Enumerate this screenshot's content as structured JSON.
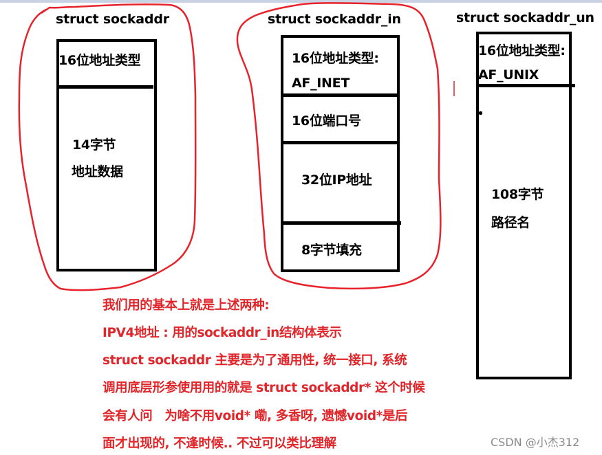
{
  "structs": [
    {
      "title": "struct sockaddr",
      "fields": [
        {
          "lines": [
            "16位地址类型"
          ]
        },
        {
          "lines": [
            "14字节",
            "地址数据"
          ]
        }
      ]
    },
    {
      "title": "struct sockaddr_in",
      "fields": [
        {
          "lines": [
            "16位地址类型:",
            "AF_INET"
          ]
        },
        {
          "lines": [
            "16位端口号"
          ]
        },
        {
          "lines": [
            "32位IP地址"
          ]
        },
        {
          "lines": [
            "8字节填充"
          ]
        }
      ]
    },
    {
      "title": "struct sockaddr_un",
      "fields": [
        {
          "lines": [
            "16位地址类型:",
            "AF_UNIX"
          ]
        },
        {
          "lines": [
            "108字节",
            "路径名"
          ]
        }
      ]
    }
  ],
  "notes": [
    "我们用的基本上就是上述两种:",
    "IPV4地址 : 用的sockaddr_in结构体表示",
    "struct sockaddr 主要是为了通用性, 统一接口, 系统",
    "调用底层形参使用用的就是 struct sockaddr* 这个时候",
    "会有人问　为啥不用void* 嘞, 多香呀, 遗憾void*是后",
    "面才出现的, 不逢时候..  不过可以类比理解"
  ],
  "colors": {
    "annotation_red": "#e0262a",
    "outline_red": "#e8222a",
    "box_black": "#000000",
    "watermark_gray": "#8a8a8a"
  },
  "watermark": "CSDN @小杰312"
}
